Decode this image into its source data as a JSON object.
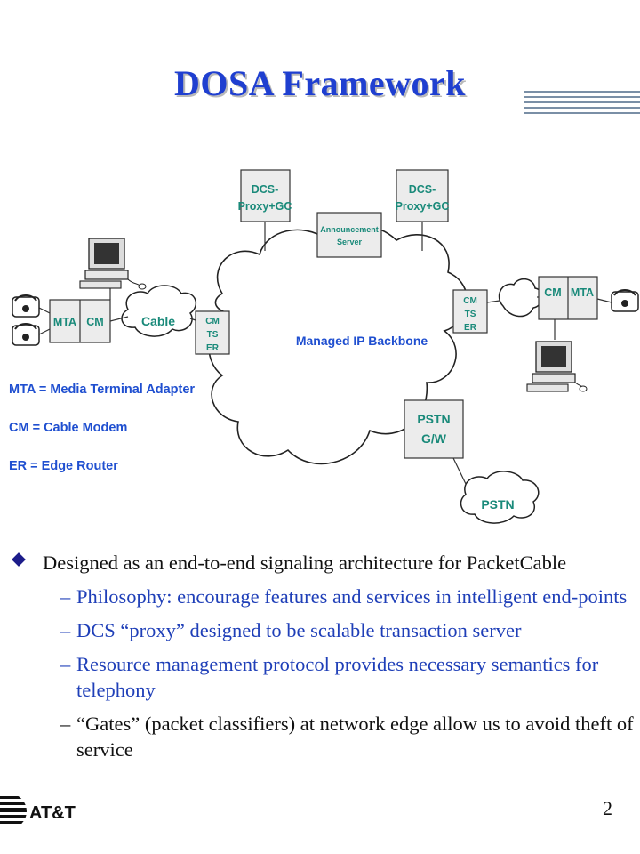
{
  "title": "DOSA Framework",
  "diagram": {
    "dcs_proxy_left": [
      "DCS-",
      "Proxy+GC"
    ],
    "dcs_proxy_right": [
      "DCS-",
      "Proxy+GC"
    ],
    "announcement_server": [
      "Announcement",
      "Server"
    ],
    "backbone_label": "Managed IP Backbone",
    "cmts_left": [
      "CM",
      "TS",
      "ER"
    ],
    "cmts_right": [
      "CM",
      "TS",
      "ER"
    ],
    "cable_label": "Cable",
    "mta_left": "MTA",
    "cm_left": "CM",
    "cm_right": "CM",
    "mta_right": "MTA",
    "pstn_gw": [
      "PSTN",
      "G/W"
    ],
    "pstn_cloud": "PSTN",
    "legend": [
      "MTA = Media Terminal Adapter",
      "CM = Cable Modem",
      "ER = Edge Router"
    ]
  },
  "bullets": {
    "main": "Designed as an end-to-end signaling architecture for PacketCable",
    "subs": [
      "Philosophy: encourage features and services in intelligent end-points",
      "DCS “proxy” designed to be scalable transaction server",
      "Resource management protocol provides necessary semantics for telephony",
      "“Gates” (packet classifiers) at network edge allow us to avoid theft of service"
    ]
  },
  "page_number": "2",
  "logo_text": "AT&T",
  "colors": {
    "title": "#1f3fd0",
    "diagram_text": "#1a8a7a",
    "legend_text": "#1f4fd0",
    "bullet_sub": "#1f3fb8"
  }
}
